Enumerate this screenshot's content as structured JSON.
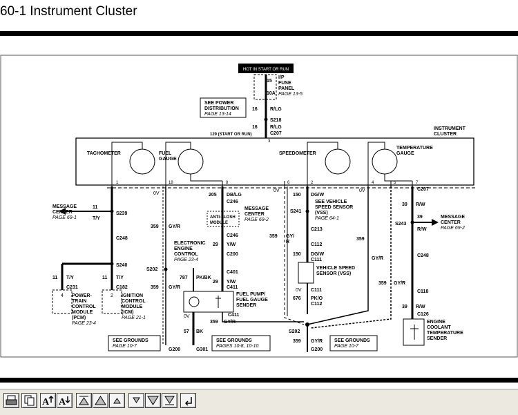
{
  "header": {
    "title": "60-1 Instrument Cluster"
  },
  "diagram": {
    "power": {
      "source": "HOT IN START OR RUN",
      "fuse_num": "15",
      "fuse_amp": "10A",
      "fuse_panel": [
        "I/P",
        "FUSE",
        "PANEL"
      ],
      "fuse_page": "PAGE 13-5",
      "see_power": [
        "SEE POWER",
        "DISTRIBUTION"
      ],
      "see_power_page": "PAGE 13-14",
      "w16a": "16",
      "w16a_color": "R/LG",
      "s218": "S218",
      "w16b": "16",
      "w16b_color": "R/LG",
      "c207": "C207",
      "label_129": "129 (START OR RUN)",
      "pin_3": "3"
    },
    "cluster": {
      "label": [
        "INSTRUMENT",
        "CLUSTER"
      ],
      "tachometer": "TACHOMETER",
      "fuel_gauge": [
        "FUEL",
        "GAUGE"
      ],
      "speedometer": "SPEEDOMETER",
      "temp_gauge": [
        "TEMPERATURE",
        "GAUGE"
      ],
      "pins": {
        "p1": "1",
        "p18": "18",
        "p8": "8",
        "p6": "6",
        "p2": "2",
        "p4": "4",
        "p5": "5",
        "p7": "7"
      }
    },
    "left": {
      "message_center": [
        "MESSAGE",
        "CENTER"
      ],
      "message_page": "PAGE 69-1",
      "w11a": "11",
      "w11a_color": "T/Y",
      "s239": "S239",
      "c248": "C248",
      "s240": "S240",
      "w11b": "11",
      "w11b_color": "T/Y",
      "w11c": "11",
      "w11c_color": "T/Y",
      "c231": "C231",
      "c182": "C182",
      "pcm_pin": "4",
      "pcm": [
        "POWER-",
        "TRAIN",
        "CONTROL",
        "MODULE",
        "(PCM)"
      ],
      "pcm_page": "PAGE 23-4",
      "icm_pin": "2",
      "icm": [
        "IGNITION",
        "CONTROL",
        "MODULE",
        "(ICM)"
      ],
      "icm_page": "PAGE 21-1",
      "w359a": "359",
      "w359a_color": "GY/R",
      "ov_a": "0V",
      "s202": "S202",
      "w359b": "359",
      "w359b_color": "GY/R",
      "see_grounds": "SEE GROUNDS",
      "see_grounds_page": "PAGE 10-7",
      "g200": "G200"
    },
    "middle": {
      "w205": "205",
      "w205_color": "DB/LG",
      "c246a": "C246",
      "anti_slosh": [
        "ANTI-SLOSH",
        "MODULE"
      ],
      "msg_center": [
        "MESSAGE",
        "CENTER"
      ],
      "msg_page": "PAGE 69-2",
      "c246b": "C246",
      "w29a": "29",
      "w29a_color": "Y/W",
      "c200": "C200",
      "eec": [
        "ELECTRONIC",
        "ENGINE",
        "CONTROL"
      ],
      "eec_page": "PAGE 23-4",
      "w787": "787",
      "w787_color": "PK/BK",
      "c401": "C401",
      "w29b": "29",
      "w29b_color": "Y/W",
      "c411a": "C411",
      "fuel_pump": [
        "FUEL PUMP/",
        "FUEL GAUGE",
        "SENDER"
      ],
      "ov_b": "0V",
      "c411b": "C411",
      "w359c": "359",
      "w359c_color": "GY/R",
      "w57": "57",
      "w57_color": "BK",
      "see_grounds": "SEE GROUNDS",
      "see_grounds_page": "PAGES 10-8, 10-10",
      "g301": "G301",
      "ov_c": "0V"
    },
    "speed": {
      "w150a": "150",
      "w150a_color": "DG/W",
      "s241": "S241",
      "see_vss": [
        "SEE VEHICLE",
        "SPEED SENSOR",
        "(VSS)"
      ],
      "vss_page": "PAGE 64-1",
      "c213": "C213",
      "w359d": "359",
      "w359d_color": [
        "GY/",
        "R"
      ],
      "c112a": "C112",
      "w150b": "150",
      "w150b_color": "DG/W",
      "c111a": "C111",
      "vss": [
        "VEHICLE SPEED",
        "SENSOR (VSS)"
      ],
      "ov_d": "0V",
      "c111b": "C111",
      "w676": "676",
      "w676_color": "PK/O",
      "c112b": "C112",
      "ov_e": "0V",
      "w359e": "359",
      "w359e_color": "GY/R",
      "w359f": "359",
      "w359f_color": "GY/R",
      "s202": "S202",
      "w359g": "359",
      "w359g_color": "GY/R",
      "see_grounds": "SEE GROUNDS",
      "see_grounds_page": "PAGE 10-7",
      "g200": "G200"
    },
    "right": {
      "c207": "C207",
      "w39a": "39",
      "w39a_color": "R/W",
      "s243": "S243",
      "w39b": "39",
      "w39b_color": "R/W",
      "msg_center": [
        "MESSAGE",
        "CENTER"
      ],
      "msg_page": "PAGE 69-2",
      "c248": "C248",
      "c118": "C118",
      "w39c": "39",
      "w39c_color": "R/W",
      "c126": "C126",
      "ect": [
        "ENGINE",
        "COOLANT",
        "TEMPERATURE",
        "SENDER"
      ]
    }
  },
  "toolbar": {
    "buttons": [
      {
        "name": "print-button",
        "icon": "printer-icon"
      },
      {
        "name": "copy-button",
        "icon": "copy-icon"
      },
      {
        "name": "font-increase-button",
        "icon": "font-increase-icon"
      },
      {
        "name": "font-decrease-button",
        "icon": "font-decrease-icon"
      },
      {
        "name": "first-page-button",
        "icon": "first-page-icon"
      },
      {
        "name": "previous-page-button",
        "icon": "previous-page-icon"
      },
      {
        "name": "previous-section-button",
        "icon": "previous-section-icon"
      },
      {
        "name": "next-section-button",
        "icon": "next-section-icon"
      },
      {
        "name": "next-page-button",
        "icon": "next-page-icon"
      },
      {
        "name": "last-page-button",
        "icon": "last-page-icon"
      },
      {
        "name": "back-button",
        "icon": "return-icon"
      }
    ]
  }
}
